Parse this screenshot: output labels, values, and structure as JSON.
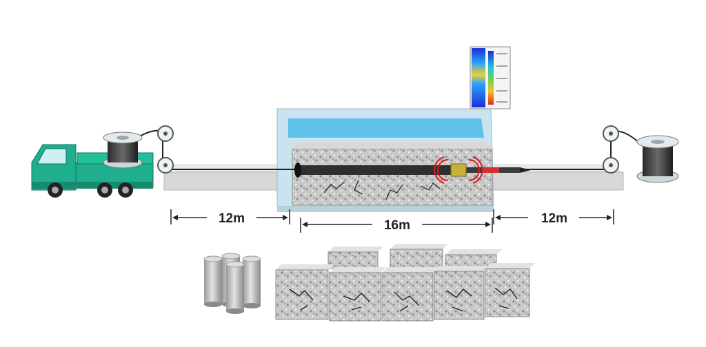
{
  "dimensions": {
    "left_segment": "12m",
    "middle_segment": "16m",
    "right_segment": "12m"
  },
  "colors": {
    "truck_body": "#1faf8e",
    "water": "#5fc0e8",
    "tank_glass": "#c9e4ee",
    "rock_light": "#c9c9c9",
    "rock_dark": "#8c8c8c",
    "pipe": "#2f2f2f",
    "sensor_signal": "#e01a1a",
    "dimension_line": "#222222"
  },
  "icons": {
    "truck": "truck-icon",
    "left_reel": "cable-reel-icon",
    "right_reel": "cable-reel-icon",
    "pulley": "pulley-icon",
    "sensor": "sensor-probe-icon",
    "readout": "tomography-readout-icon"
  },
  "samples": {
    "cylinder_cores": 4,
    "cube_blocks": 8
  }
}
